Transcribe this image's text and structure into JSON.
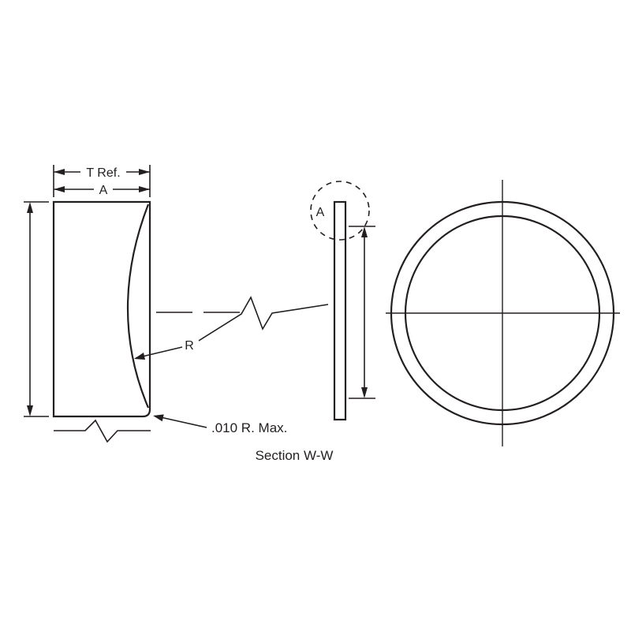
{
  "drawing": {
    "colors": {
      "line": "#231f20",
      "background": "#ffffff"
    },
    "labels": {
      "thickness_ref": "T Ref.",
      "dim_a": "A",
      "radius": "R",
      "corner_radius_note": ".010 R. Max.",
      "caption": "Section W-W",
      "detail": "A"
    }
  }
}
